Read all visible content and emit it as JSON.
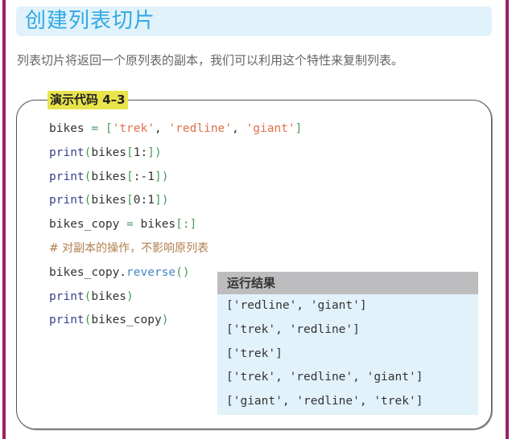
{
  "title": "创建列表切片",
  "intro": "列表切片将返回一个原列表的副本，我们可以利用这个特性来复制列表。",
  "code_label": "演示代码 4–3",
  "code_lines": [
    [
      {
        "t": "bikes ",
        "c": "name"
      },
      {
        "t": "= ",
        "c": "op"
      },
      {
        "t": "[",
        "c": "br"
      },
      {
        "t": "'trek'",
        "c": "str"
      },
      {
        "t": ", ",
        "c": "name"
      },
      {
        "t": "'redline'",
        "c": "str"
      },
      {
        "t": ", ",
        "c": "name"
      },
      {
        "t": "'giant'",
        "c": "str"
      },
      {
        "t": "]",
        "c": "br"
      }
    ],
    [
      {
        "t": "print",
        "c": "fn"
      },
      {
        "t": "(",
        "c": "br"
      },
      {
        "t": "bikes",
        "c": "name"
      },
      {
        "t": "[",
        "c": "br"
      },
      {
        "t": "1:",
        "c": "name"
      },
      {
        "t": "])",
        "c": "br"
      }
    ],
    [
      {
        "t": "print",
        "c": "fn"
      },
      {
        "t": "(",
        "c": "br"
      },
      {
        "t": "bikes",
        "c": "name"
      },
      {
        "t": "[",
        "c": "br"
      },
      {
        "t": ":-1",
        "c": "name"
      },
      {
        "t": "])",
        "c": "br"
      }
    ],
    [
      {
        "t": "print",
        "c": "fn"
      },
      {
        "t": "(",
        "c": "br"
      },
      {
        "t": "bikes",
        "c": "name"
      },
      {
        "t": "[",
        "c": "br"
      },
      {
        "t": "0:1",
        "c": "name"
      },
      {
        "t": "])",
        "c": "br"
      }
    ],
    [
      {
        "t": "bikes_copy ",
        "c": "name"
      },
      {
        "t": "= ",
        "c": "op"
      },
      {
        "t": "bikes",
        "c": "name"
      },
      {
        "t": "[:]",
        "c": "br"
      }
    ],
    [
      {
        "t": "# 对副本的操作，不影响原列表",
        "c": "com"
      }
    ],
    [
      {
        "t": "bikes_copy.",
        "c": "name"
      },
      {
        "t": "reverse",
        "c": "meth"
      },
      {
        "t": "()",
        "c": "br"
      }
    ],
    [
      {
        "t": "print",
        "c": "fn"
      },
      {
        "t": "(",
        "c": "br"
      },
      {
        "t": "bikes",
        "c": "name"
      },
      {
        "t": ")",
        "c": "br"
      }
    ],
    [
      {
        "t": "print",
        "c": "fn"
      },
      {
        "t": "(",
        "c": "br"
      },
      {
        "t": "bikes_copy",
        "c": "name"
      },
      {
        "t": ")",
        "c": "br"
      }
    ]
  ],
  "output": {
    "header": "运行结果",
    "lines": [
      "['redline', 'giant']",
      "['trek', 'redline']",
      "['trek']",
      "['trek', 'redline', 'giant']",
      "['giant', 'redline', 'trek']"
    ]
  }
}
